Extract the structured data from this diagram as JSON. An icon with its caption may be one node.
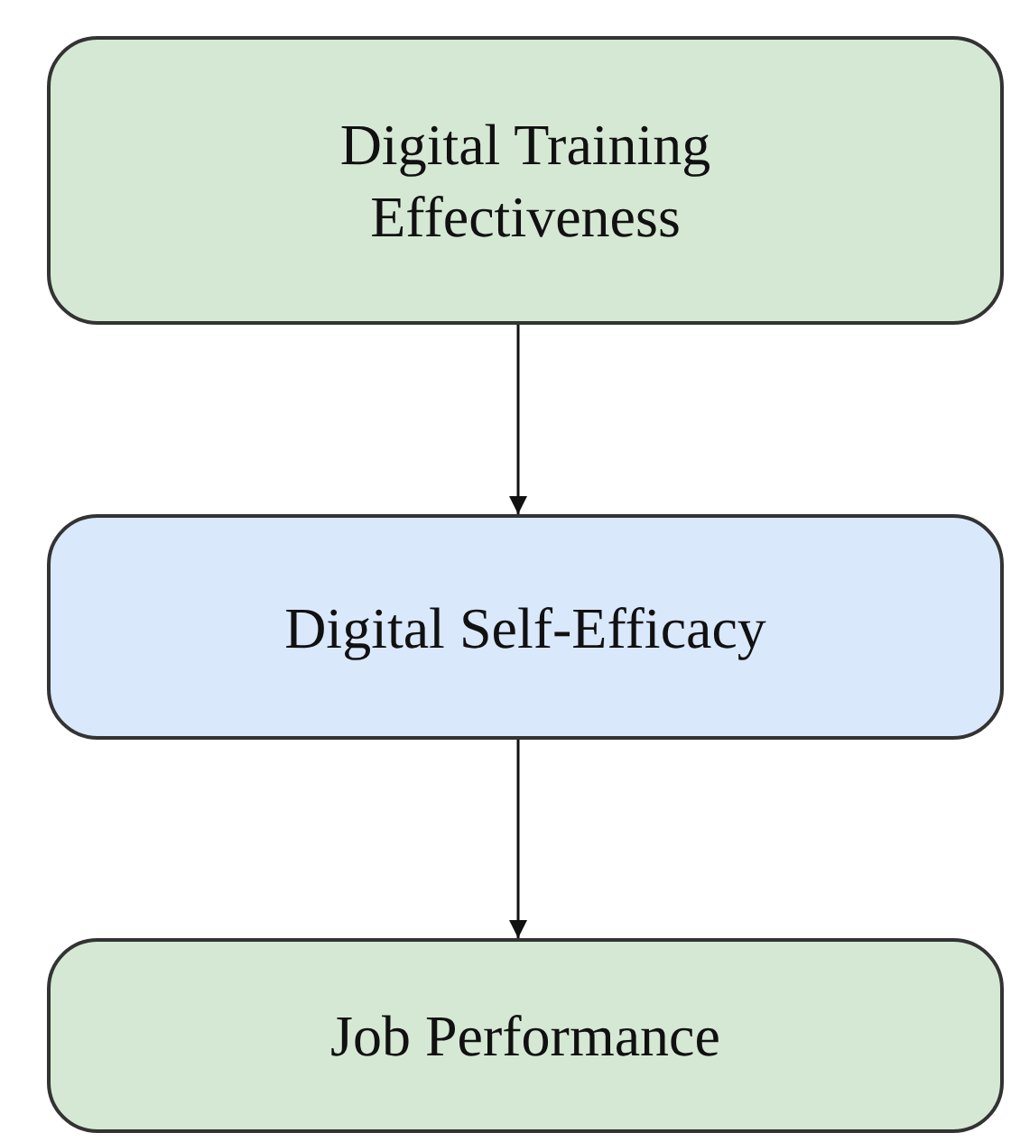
{
  "diagram": {
    "nodes": [
      {
        "text": [
          "Digital Training Effectiveness"
        ]
      },
      {
        "text": [
          "Digital Self-Efficacy"
        ]
      },
      {
        "text": [
          "Job Performance"
        ]
      }
    ],
    "edges": [
      {
        "from": 0,
        "to": 1,
        "arrow": "to"
      },
      {
        "from": 1,
        "to": 2,
        "arrow": "to"
      }
    ]
  }
}
